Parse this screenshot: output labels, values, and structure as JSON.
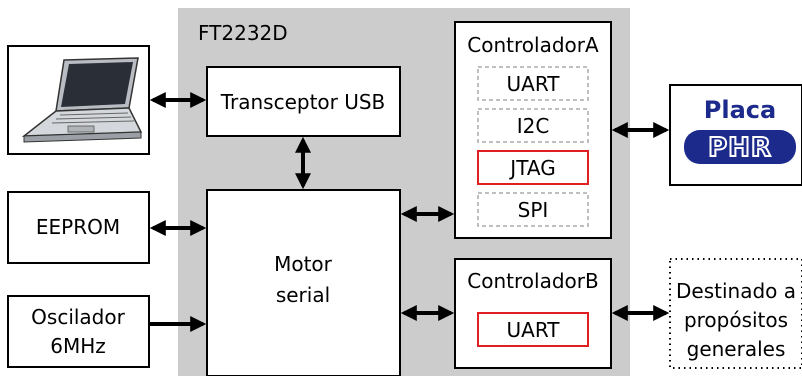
{
  "chip": {
    "name": "FT2232D",
    "fill_color": "#cccccc"
  },
  "blocks": {
    "transceiver": "Transceptor USB",
    "motor_line1": "Motor",
    "motor_line2": "serial",
    "eeprom": "EEPROM",
    "oscillator_line1": "Oscilador",
    "oscillator_line2": "6MHz"
  },
  "controllers": {
    "a": {
      "title": "ControladorA",
      "interfaces": [
        "UART",
        "I2C",
        "JTAG",
        "SPI"
      ],
      "highlighted": "JTAG"
    },
    "b": {
      "title": "ControladorB",
      "interfaces": [
        "UART"
      ],
      "highlighted": "UART"
    }
  },
  "external": {
    "laptop_icon": "laptop-icon",
    "board_line1": "Placa",
    "board_logo": "PHR",
    "general_line1": "Destinado a",
    "general_line2": "propósitos",
    "general_line3": "generales"
  },
  "colors": {
    "highlight": "#e02020",
    "dashed_border": "#aaaaaa",
    "logo_blue": "#1c2a8c"
  }
}
